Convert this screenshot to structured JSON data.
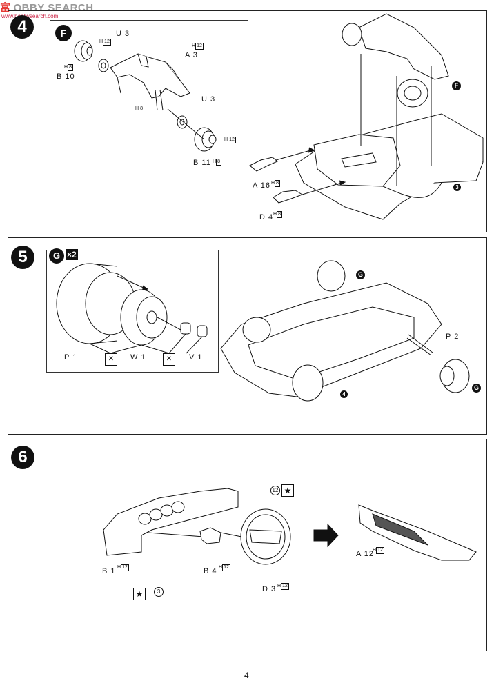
{
  "watermark": {
    "cn": "富",
    "text": "OBBY SEARCH",
    "sub": "www.hobbysearch.com"
  },
  "step4": {
    "number": "4",
    "inset_label": "F",
    "parts": {
      "u3_top": "U 3",
      "h12_a": "12",
      "b10": "B 10",
      "h8_a": "8",
      "a3": "A 3",
      "h12_b": "12",
      "h8_b": "8",
      "u3_bottom": "U 3",
      "b11": "B 11",
      "h8_c": "8",
      "h12_c": "12",
      "a16": "A 16",
      "h8_d": "8",
      "d4": "D 4",
      "h8_e": "8"
    },
    "callout_f": "F",
    "callout_3": "3"
  },
  "step5": {
    "number": "5",
    "inset_label": "G",
    "multiplier": "×2",
    "parts": {
      "p1": "P 1",
      "w1": "W 1",
      "v1": "V 1",
      "p2": "P 2"
    },
    "callout_g1": "G",
    "callout_g2": "G",
    "callout_4": "4"
  },
  "step6": {
    "number": "6",
    "parts": {
      "b1": "B 1",
      "h12_a": "12",
      "b4": "B 4",
      "h12_b": "12",
      "d3": "D 3",
      "h12_c": "12",
      "a12": "A 12",
      "h12_d": "12"
    },
    "marker_12": "12",
    "marker_3": "3",
    "star": "★"
  },
  "page_number": "4"
}
